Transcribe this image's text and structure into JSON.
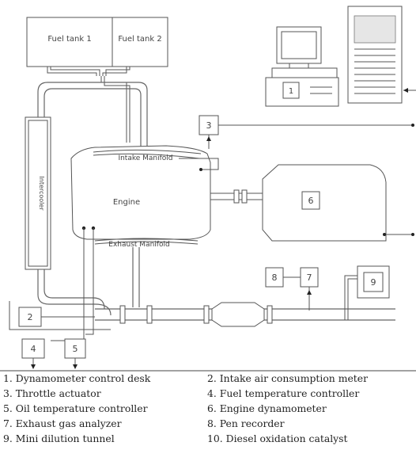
{
  "diagram": {
    "fuel_tank_1": "Fuel tank 1",
    "fuel_tank_2": "Fuel tank 2",
    "intercooler": "Intercooler",
    "intake_manifold": "Intake Manifold",
    "engine": "Engine",
    "exhaust_manifold": "Exhaust Manifold",
    "n1": "1",
    "n2": "2",
    "n3": "3",
    "n4": "4",
    "n5": "5",
    "n6": "6",
    "n7": "7",
    "n8": "8",
    "n9": "9"
  },
  "legend": [
    [
      "1. Dynamometer control desk",
      "2. Intake air consumption meter"
    ],
    [
      "3. Throttle actuator",
      "4. Fuel temperature controller"
    ],
    [
      "5. Oil temperature controller",
      "6. Engine dynamometer"
    ],
    [
      "7. Exhaust gas analyzer",
      "8. Pen recorder"
    ],
    [
      "9. Mini dilution tunnel",
      "10. Diesel oxidation catalyst"
    ]
  ]
}
